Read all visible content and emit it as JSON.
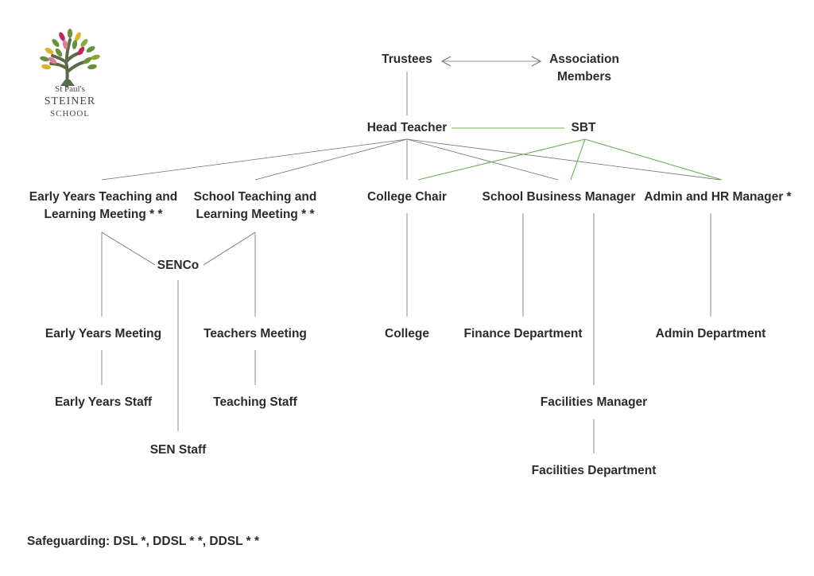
{
  "logo": {
    "line1": "St Paul's",
    "line2": "STEINER",
    "line3": "SCHOOL"
  },
  "nodes": {
    "trustees": "Trustees",
    "association_members_1": "Association",
    "association_members_2": "Members",
    "head_teacher": "Head Teacher",
    "sbt": "SBT",
    "ey_tl_meeting_1": "Early Years Teaching and",
    "ey_tl_meeting_2": "Learning Meeting * *",
    "school_tl_meeting_1": "School Teaching and",
    "school_tl_meeting_2": "Learning Meeting * *",
    "college_chair": "College Chair",
    "school_business_manager": "School Business Manager",
    "admin_hr_manager": "Admin and HR Manager *",
    "senco": "SENCo",
    "early_years_meeting": "Early Years Meeting",
    "teachers_meeting": "Teachers Meeting",
    "college": "College",
    "finance_department": "Finance Department",
    "admin_department": "Admin Department",
    "early_years_staff": "Early Years Staff",
    "teaching_staff": "Teaching Staff",
    "sen_staff": "SEN Staff",
    "facilities_manager": "Facilities Manager",
    "facilities_department": "Facilities Department"
  },
  "footer": "Safeguarding: DSL *, DDSL * *, DDSL * *",
  "colors": {
    "text": "#2b2b2b",
    "line_gray": "#6e6e6e",
    "line_green": "#6ab04c",
    "logo_trunk": "#5a6b4a"
  }
}
